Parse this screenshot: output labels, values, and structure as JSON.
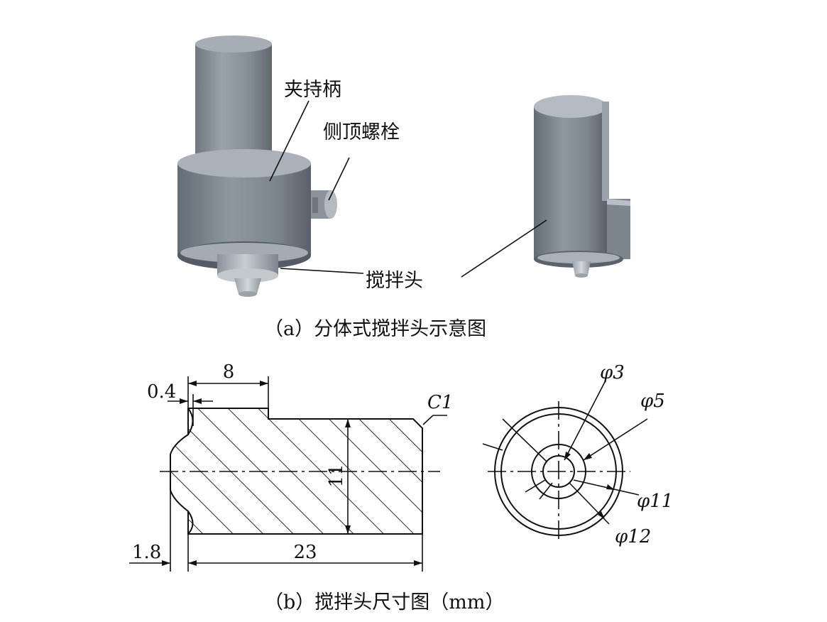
{
  "figure": {
    "caption_a": "（a）分体式搅拌头示意图",
    "caption_b": "（b）搅拌头尺寸图（mm）",
    "labels": {
      "clamp_handle": "夹持柄",
      "side_bolt": "侧顶螺栓",
      "stir_head": "搅拌头"
    },
    "dimensions": {
      "d_0_4": "0.4",
      "d_8": "8",
      "d_c1": "C1",
      "d_11": "11",
      "d_1_8": "1.8",
      "d_23": "23",
      "phi3": "φ3",
      "phi5": "φ5",
      "phi11": "φ11",
      "phi12": "φ12"
    }
  }
}
